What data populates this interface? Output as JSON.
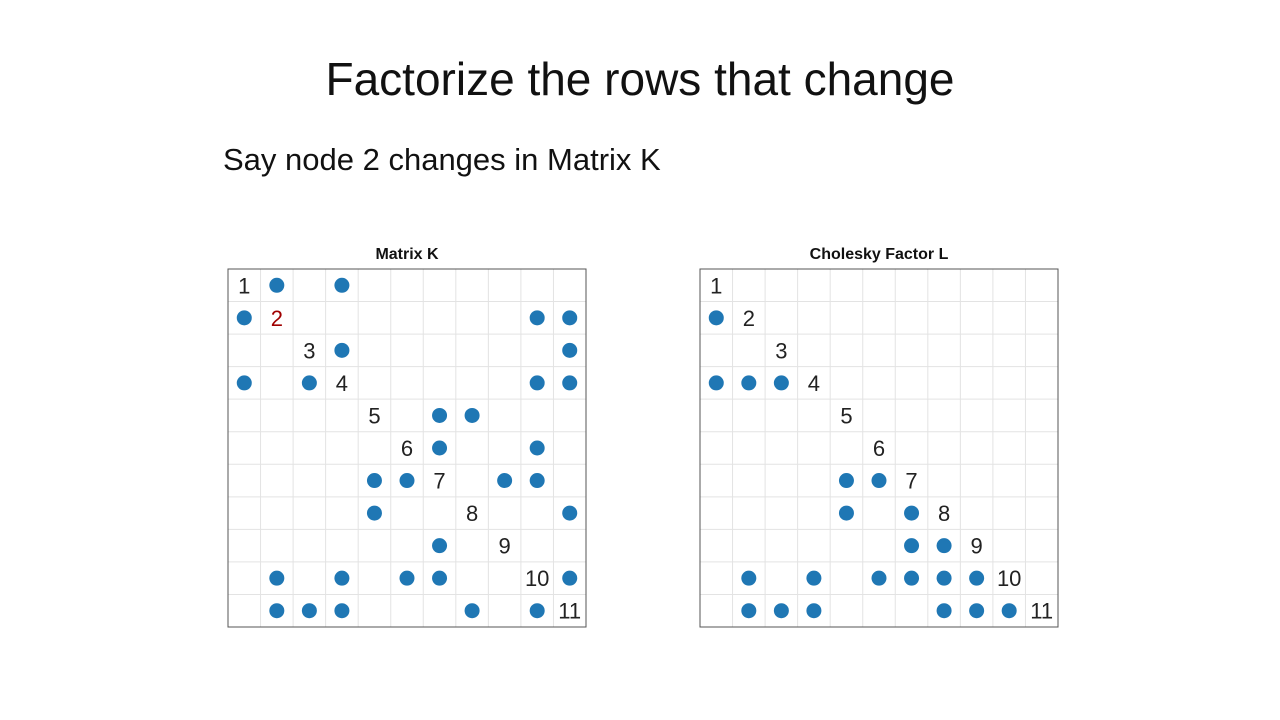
{
  "slide": {
    "title": "Factorize the rows that change",
    "subtitle": "Say node 2 changes in Matrix K"
  },
  "colors": {
    "dot": "#1f77b4",
    "highlight_label": "#a00000",
    "label": "#222222",
    "grid": "#e3e3e3",
    "border": "#555555"
  },
  "matrices": [
    {
      "id": "K",
      "title": "Matrix K",
      "size": 11,
      "highlight": [
        2
      ],
      "entries": [
        [
          1,
          2
        ],
        [
          1,
          4
        ],
        [
          2,
          1
        ],
        [
          2,
          10
        ],
        [
          2,
          11
        ],
        [
          3,
          4
        ],
        [
          3,
          11
        ],
        [
          4,
          1
        ],
        [
          4,
          3
        ],
        [
          4,
          10
        ],
        [
          4,
          11
        ],
        [
          5,
          7
        ],
        [
          5,
          8
        ],
        [
          6,
          7
        ],
        [
          6,
          10
        ],
        [
          7,
          5
        ],
        [
          7,
          6
        ],
        [
          7,
          9
        ],
        [
          7,
          10
        ],
        [
          8,
          5
        ],
        [
          8,
          11
        ],
        [
          9,
          7
        ],
        [
          10,
          2
        ],
        [
          10,
          4
        ],
        [
          10,
          6
        ],
        [
          10,
          7
        ],
        [
          10,
          11
        ],
        [
          11,
          2
        ],
        [
          11,
          3
        ],
        [
          11,
          4
        ],
        [
          11,
          8
        ],
        [
          11,
          10
        ]
      ]
    },
    {
      "id": "L",
      "title": "Cholesky Factor L",
      "size": 11,
      "highlight": [],
      "entries": [
        [
          2,
          1
        ],
        [
          4,
          1
        ],
        [
          4,
          2
        ],
        [
          4,
          3
        ],
        [
          7,
          5
        ],
        [
          7,
          6
        ],
        [
          8,
          5
        ],
        [
          8,
          7
        ],
        [
          9,
          7
        ],
        [
          9,
          8
        ],
        [
          10,
          2
        ],
        [
          10,
          4
        ],
        [
          10,
          6
        ],
        [
          10,
          7
        ],
        [
          10,
          8
        ],
        [
          10,
          9
        ],
        [
          11,
          2
        ],
        [
          11,
          3
        ],
        [
          11,
          4
        ],
        [
          11,
          8
        ],
        [
          11,
          9
        ],
        [
          11,
          10
        ]
      ]
    }
  ]
}
